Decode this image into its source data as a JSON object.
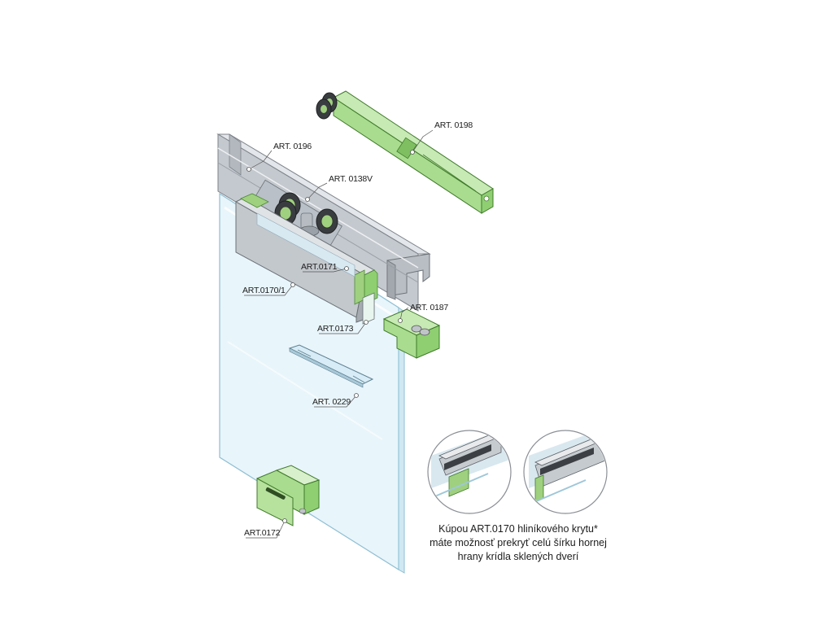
{
  "labels": {
    "art_0198": "ART. 0198",
    "art_0196": "ART. 0196",
    "art_0138v": "ART. 0138V",
    "art_0171": "ART.0171",
    "art_0170_1": "ART.0170/1",
    "art_0187": "ART. 0187",
    "art_0173": "ART.0173",
    "art_0229": "ART. 0229",
    "art_0172": "ART.0172"
  },
  "caption": {
    "line1": "Kúpou ART.0170 hliníkového krytu*",
    "line2": "máte možnosť prekryť celú šírku hornej",
    "line3": "hrany krídla sklených dverí"
  },
  "colors": {
    "green": "#a9dc8f",
    "green_dark": "#6aa84f",
    "aluminium": "#c9cdd3",
    "aluminium_dark": "#8e939a",
    "glass": "#e6f4fb",
    "glass_edge": "#9fc7d9"
  }
}
